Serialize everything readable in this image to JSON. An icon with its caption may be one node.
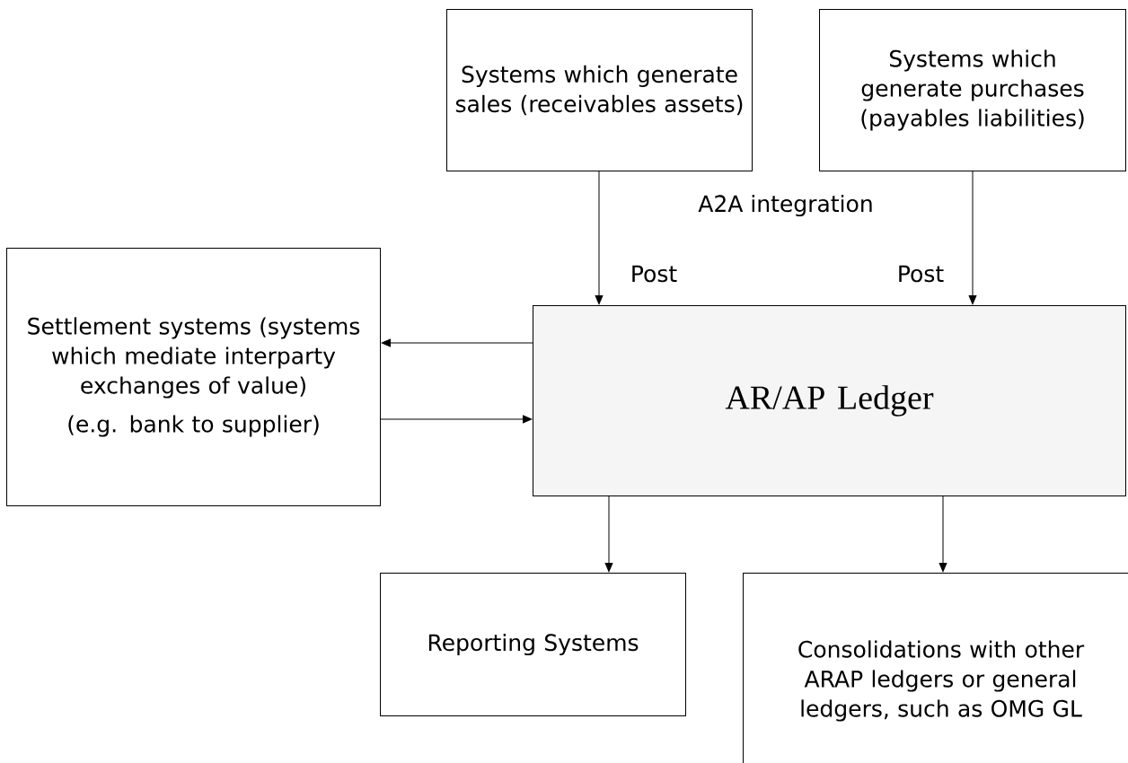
{
  "diagram": {
    "nodes": [
      {
        "text": [
          "Systems which generate sales (receivables assets)"
        ]
      },
      {
        "text": [
          "Systems which generate purchases (payables liabilities)"
        ]
      },
      {
        "text": [
          "Settlement systems (systems which mediate interparty exchanges of value)",
          "(e.g. bank to supplier)"
        ]
      },
      {
        "text": [
          "AR/AP Ledger"
        ]
      },
      {
        "text": [
          "Reporting Systems"
        ]
      },
      {
        "text": [
          "Consolidations with other ARAP ledgers or general ledgers, such as OMG GL"
        ]
      }
    ],
    "edges": [
      {
        "from": 0,
        "to": 3,
        "arrow": "to",
        "label": "Post"
      },
      {
        "from": 1,
        "to": 3,
        "arrow": "to",
        "label": "Post"
      },
      {
        "from": 3,
        "to": 2,
        "arrow": "to"
      },
      {
        "from": 2,
        "to": 3,
        "arrow": "to"
      },
      {
        "from": 3,
        "to": 4,
        "arrow": "to"
      },
      {
        "from": 3,
        "to": 5,
        "arrow": "to"
      }
    ],
    "labels": [
      "A2A integration"
    ]
  }
}
